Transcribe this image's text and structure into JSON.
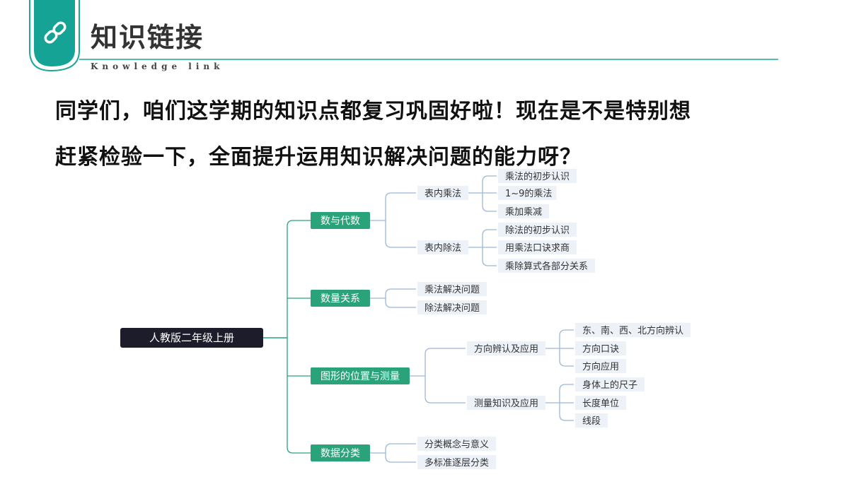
{
  "header": {
    "title": "知识链接",
    "subtitle": "Knowledge link",
    "icon": "link-icon",
    "accent": "#1aa89a"
  },
  "intro": {
    "line1": "同学们，咱们这学期的知识点都复习巩固好啦！现在是不是特别想",
    "line2": "赶紧检验一下，全面提升运用知识解决问题的能力呀？"
  },
  "mindmap": {
    "root": "人教版二年级上册",
    "colors": {
      "root": "#1c1c2b",
      "branch": "#2aa37a",
      "leaf_bg": "#edf1f8",
      "line": "#2aa37a",
      "sub_line": "#9cb8d8"
    },
    "branches": [
      {
        "label": "数与代数",
        "children": [
          {
            "label": "表内乘法",
            "children": [
              "乘法的初步认识",
              "1~9的乘法",
              "乘加乘减"
            ]
          },
          {
            "label": "表内除法",
            "children": [
              "除法的初步认识",
              "用乘法口诀求商",
              "乘除算式各部分关系"
            ]
          }
        ]
      },
      {
        "label": "数量关系",
        "children": [
          {
            "label": "乘法解决问题",
            "children": []
          },
          {
            "label": "除法解决问题",
            "children": []
          }
        ]
      },
      {
        "label": "图形的位置与测量",
        "children": [
          {
            "label": "方向辨认及应用",
            "children": [
              "东、南、西、北方向辨认",
              "方向口诀",
              "方向应用"
            ]
          },
          {
            "label": "测量知识及应用",
            "children": [
              "身体上的尺子",
              "长度单位",
              "线段"
            ]
          }
        ]
      },
      {
        "label": "数据分类",
        "children": [
          {
            "label": "分类概念与意义",
            "children": []
          },
          {
            "label": "多标准逐层分类",
            "children": []
          }
        ]
      }
    ]
  }
}
